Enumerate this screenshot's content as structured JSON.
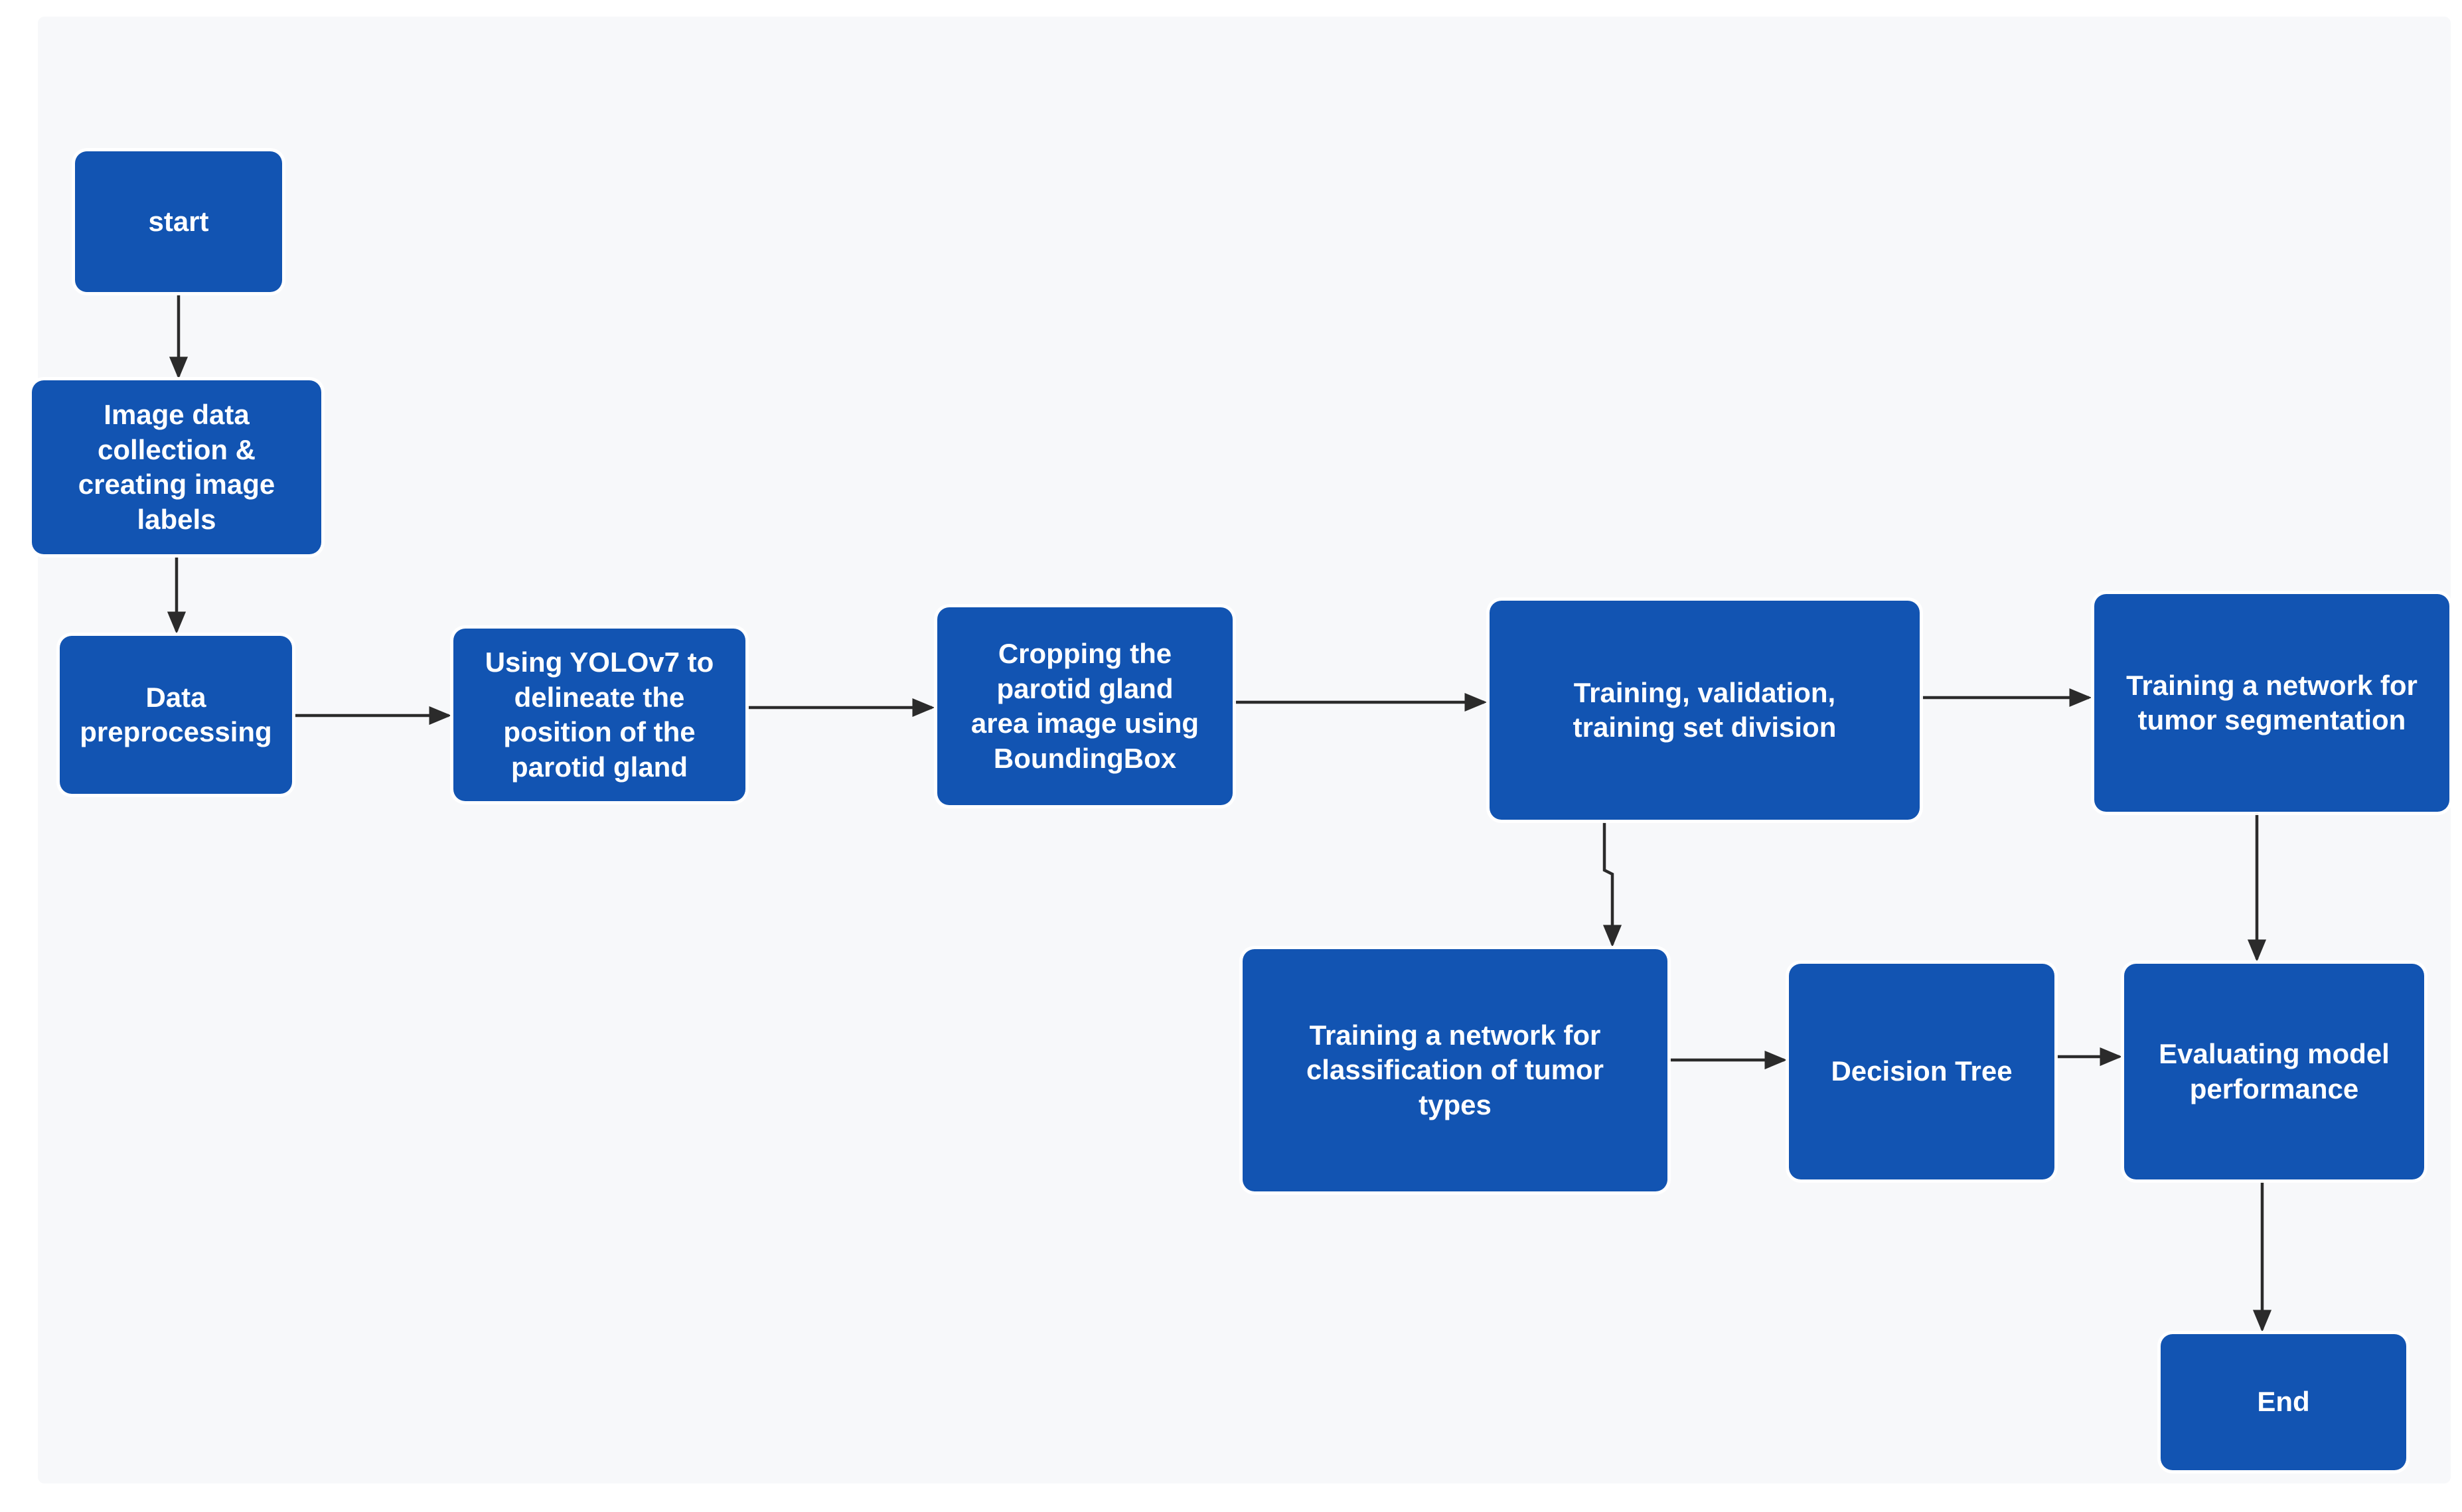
{
  "figure": {
    "type": "flowchart",
    "colors": {
      "node_fill": "#1254b2",
      "node_text": "#ffffff",
      "canvas_bg": "#f7f8fa",
      "arrow": "#2b2b2b"
    },
    "nodes": [
      {
        "id": "start",
        "label": "start"
      },
      {
        "id": "image_data",
        "label": "Image data collection & creating image labels"
      },
      {
        "id": "preprocess",
        "label": "Data preprocessing"
      },
      {
        "id": "yolo",
        "label": "Using YOLOv7 to delineate the position of the parotid gland"
      },
      {
        "id": "crop",
        "label": "Cropping the parotid gland area image using BoundingBox"
      },
      {
        "id": "split",
        "label": "Training, validation, training set division"
      },
      {
        "id": "seg",
        "label": "Training a network for tumor segmentation"
      },
      {
        "id": "classify",
        "label": "Training a network for classification of tumor types"
      },
      {
        "id": "dtree",
        "label": "Decision Tree"
      },
      {
        "id": "eval",
        "label": "Evaluating model performance"
      },
      {
        "id": "end",
        "label": "End"
      }
    ],
    "edges": [
      {
        "from": "start",
        "to": "image_data"
      },
      {
        "from": "image_data",
        "to": "preprocess"
      },
      {
        "from": "preprocess",
        "to": "yolo"
      },
      {
        "from": "yolo",
        "to": "crop"
      },
      {
        "from": "crop",
        "to": "split"
      },
      {
        "from": "split",
        "to": "seg"
      },
      {
        "from": "split",
        "to": "classify"
      },
      {
        "from": "classify",
        "to": "dtree"
      },
      {
        "from": "dtree",
        "to": "eval"
      },
      {
        "from": "seg",
        "to": "eval"
      },
      {
        "from": "eval",
        "to": "end"
      }
    ]
  }
}
